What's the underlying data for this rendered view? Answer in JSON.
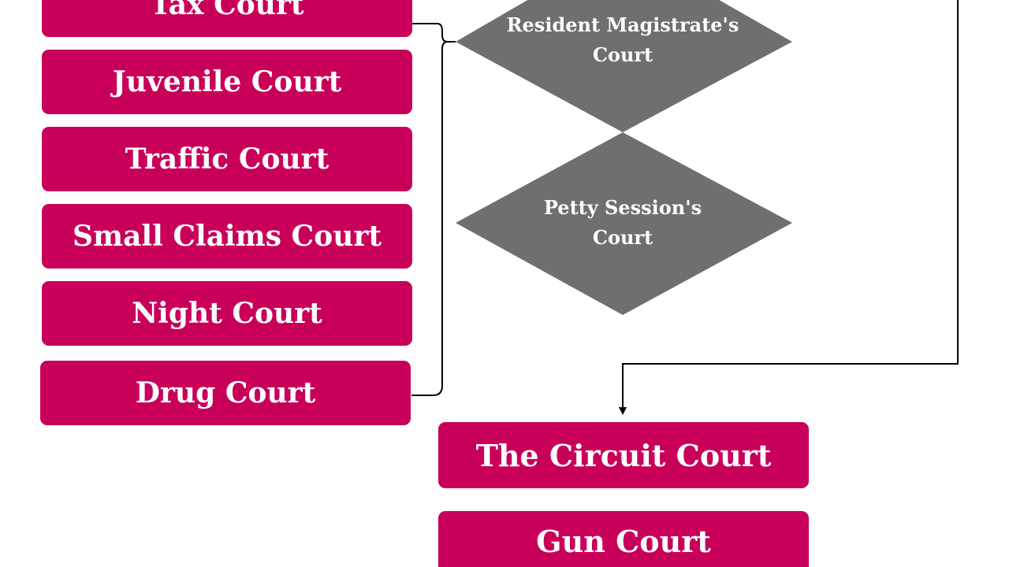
{
  "left_courts": [
    {
      "label": "Tax Court"
    },
    {
      "label": "Juvenile Court"
    },
    {
      "label": "Traffic Court"
    },
    {
      "label": "Small Claims Court"
    },
    {
      "label": "Night Court"
    },
    {
      "label": "Drug Court"
    }
  ],
  "diamonds": [
    {
      "label": "Resident Magistrate's Court"
    },
    {
      "label": "Petty Session's Court"
    }
  ],
  "bottom_courts": [
    {
      "label": "The Circuit Court"
    },
    {
      "label": "Gun Court"
    }
  ],
  "colors": {
    "box_fill": "#c8005a",
    "diamond_fill": "#6f6f6f",
    "connector": "#000000",
    "text": "#ffffff"
  }
}
